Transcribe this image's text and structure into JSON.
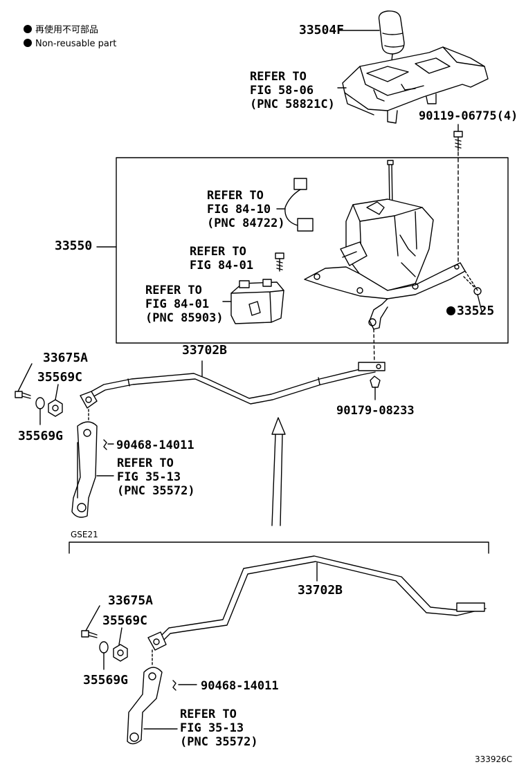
{
  "legend": {
    "line1": "再使用不可部品",
    "line2": "Non-reusable part"
  },
  "parts": {
    "p33504F": "33504F",
    "p90119": "90119-06775(4)",
    "p33550": "33550",
    "p33525": "33525",
    "p33702B_top": "33702B",
    "p33675A_top": "33675A",
    "p35569C_top": "35569C",
    "p35569G_top": "35569G",
    "p90468_top": "90468-14011",
    "p90179": "90179-08233",
    "p33702B_bottom": "33702B",
    "p33675A_bottom": "33675A",
    "p35569C_bottom": "35569C",
    "p35569G_bottom": "35569G",
    "p90468_bottom": "90468-14011"
  },
  "refs": {
    "fig58": {
      "l1": "REFER TO",
      "l2": "FIG 58-06",
      "l3": "(PNC 58821C)"
    },
    "fig8410": {
      "l1": "REFER TO",
      "l2": "FIG 84-10",
      "l3": "(PNC 84722)"
    },
    "fig8401a": {
      "l1": "REFER TO",
      "l2": "FIG 84-01"
    },
    "fig8401b": {
      "l1": "REFER TO",
      "l2": "FIG 84-01",
      "l3": "(PNC 85903)"
    },
    "fig3513_top": {
      "l1": "REFER TO",
      "l2": "FIG 35-13",
      "l3": "(PNC 35572)"
    },
    "fig3513_bottom": {
      "l1": "REFER TO",
      "l2": "FIG 35-13",
      "l3": "(PNC 35572)"
    }
  },
  "variant_label": "GSE21",
  "illustration_id": "333926C"
}
